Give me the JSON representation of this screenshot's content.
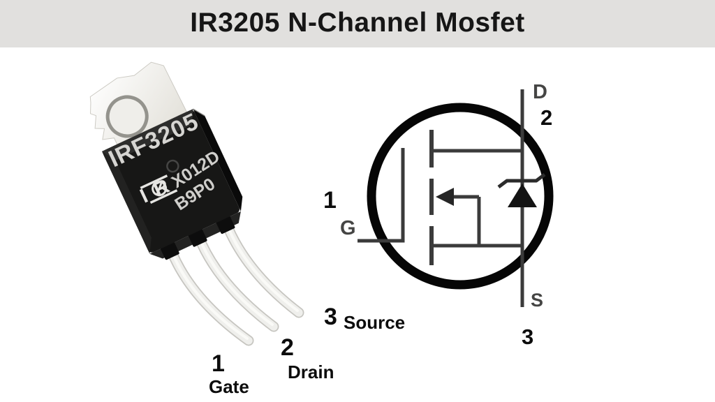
{
  "header": {
    "title": "IR3205 N-Channel Mosfet"
  },
  "photo": {
    "marking": "IRF3205",
    "logo": "IR",
    "code_line1": "X012D",
    "code_line2": "B9P0"
  },
  "pins": {
    "gate": {
      "number": "1",
      "name": "Gate",
      "letter": "G"
    },
    "drain": {
      "number": "2",
      "name": "Drain",
      "letter": "D"
    },
    "source": {
      "number": "3",
      "name": "Source",
      "letter": "S"
    }
  },
  "colors": {
    "header_bg": "#e1e0de",
    "page_bg": "#ffffff",
    "schematic_line": "#3b3b3b",
    "schematic_circle": "#060606",
    "terminal_letter": "#454544",
    "label_black": "#0c0c0c",
    "package_body": "#171716",
    "package_marking_text": "#d6d5d2"
  }
}
